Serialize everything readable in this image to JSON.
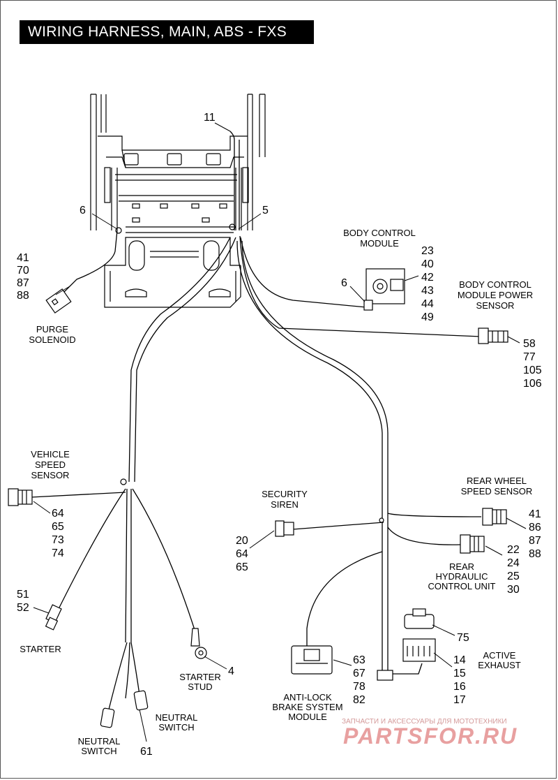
{
  "title": "WIRING HARNESS, MAIN, ABS - FXS",
  "callouts": {
    "harness": "11",
    "left_fastener": "6",
    "right_fastener": "5",
    "bcm_fastener": "6",
    "purge": [
      "41",
      "70",
      "87",
      "88"
    ],
    "bcm": [
      "23",
      "40",
      "42",
      "43",
      "44",
      "49"
    ],
    "bcm_power": [
      "58",
      "77",
      "105",
      "106"
    ],
    "vss": [
      "64",
      "65",
      "73",
      "74"
    ],
    "siren": [
      "20",
      "64",
      "65"
    ],
    "rws": [
      "41",
      "86",
      "87",
      "88"
    ],
    "hcu": [
      "22",
      "24",
      "25",
      "30"
    ],
    "starter": [
      "51",
      "52"
    ],
    "exhaust_cap": "75",
    "exhaust": [
      "14",
      "15",
      "16",
      "17"
    ],
    "abs": [
      "63",
      "67",
      "78",
      "82"
    ],
    "starter_stud": "4",
    "neutral": "61"
  },
  "labels": {
    "purge": [
      "PURGE",
      "SOLENOID"
    ],
    "bcm": [
      "BODY CONTROL",
      "MODULE"
    ],
    "bcm_power": [
      "BODY CONTROL",
      "MODULE POWER",
      "SENSOR"
    ],
    "vss": [
      "VEHICLE",
      "SPEED",
      "SENSOR"
    ],
    "siren": [
      "SECURITY",
      "SIREN"
    ],
    "rws": [
      "REAR WHEEL",
      "SPEED SENSOR"
    ],
    "hcu": [
      "REAR",
      "HYDRAULIC",
      "CONTROL UNIT"
    ],
    "starter": "STARTER",
    "exhaust": [
      "ACTIVE",
      "EXHAUST"
    ],
    "abs": [
      "ANTI-LOCK",
      "BRAKE SYSTEM",
      "MODULE"
    ],
    "starter_stud": [
      "STARTER",
      "STUD"
    ],
    "neutral_right": [
      "NEUTRAL",
      "SWITCH"
    ],
    "neutral_left": [
      "NEUTRAL",
      "SWITCH"
    ]
  },
  "watermark": {
    "tagline": "ЗАПЧАСТИ И АКСЕССУАРЫ ДЛЯ МОТОТЕХНИКИ",
    "brand": "PARTSFOR.RU",
    "color": "#e8a0a0"
  }
}
